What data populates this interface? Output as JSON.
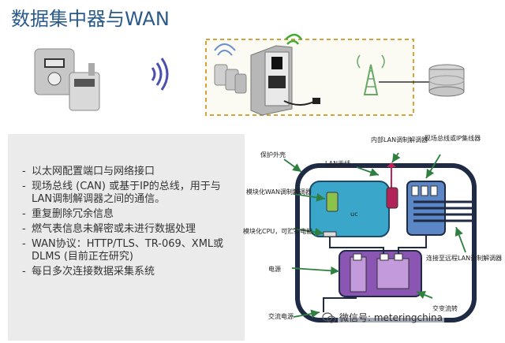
{
  "title": "数据集中器与WAN",
  "bullets": [
    "以太网配置端口与网络接口",
    "现场总线 (CAN) 或基于IP的总线，用于与LAN调制解调器之间的通信。",
    "重复删除冗余信息",
    "燃气表信息未解密或未进行数据处理",
    "WAN协议：HTTP/TLS、TR-069、XML或DLMS (目前正在研究)",
    "每日多次连接数据采集系统"
  ],
  "diagram": {
    "outer_housing": "保护外壳",
    "lan_antenna": "LAN天线",
    "internal_lan_modem": "内部LAN调制解调器",
    "fieldbus_or_ip": "现场总线或IP集线器",
    "wan_modem": "模块化WAN调制解调器",
    "cpu": "模块化CPU，可贮存电能",
    "uc_label": "uc",
    "power": "电源",
    "lan_link": "连接至远程LAN调制解调器",
    "ac_power": "交流电源",
    "ac_dc": "交变流转"
  },
  "watermark": "微信号: meteringchina",
  "colors": {
    "title": "#2a5a8a",
    "housing_border": "#1f2a44",
    "uc_box": "#3aa6c9",
    "power_box": "#8a55b3",
    "bus_box": "#5b87c6",
    "dashed_box": "#d6a23a",
    "arrow": "#2f7f3f"
  }
}
